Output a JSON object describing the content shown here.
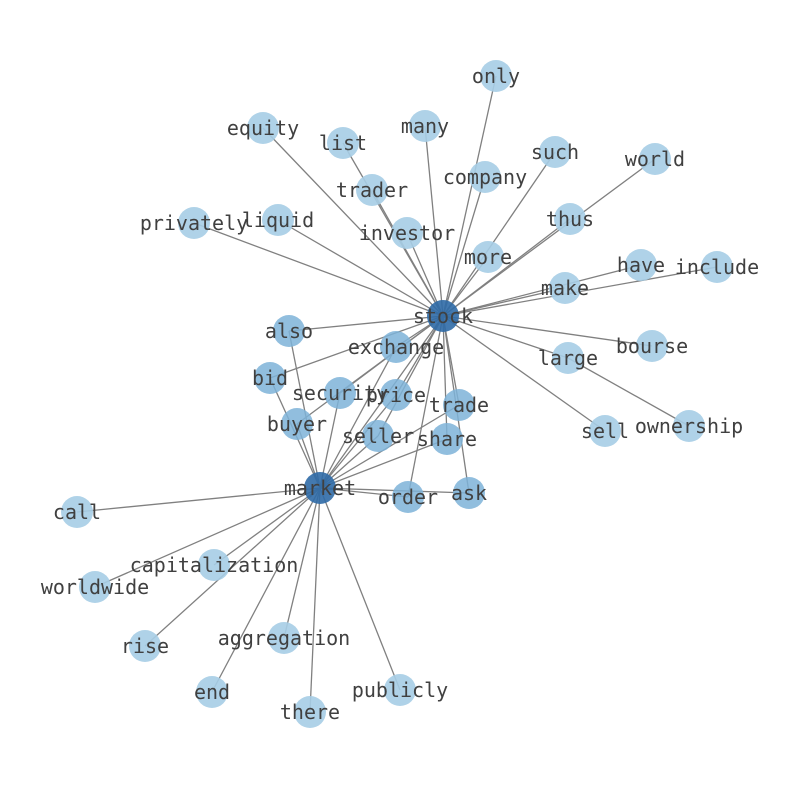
{
  "graph": {
    "colors": {
      "hub_fill": "#2f6aa6",
      "mid_fill": "#7eb3d8",
      "leaf_fill": "#a6cde6",
      "edge": "#808080",
      "label": "#404040"
    },
    "nodes": [
      {
        "id": "stock",
        "label": "stock",
        "tier": "hub"
      },
      {
        "id": "market",
        "label": "market",
        "tier": "hub"
      },
      {
        "id": "exchange",
        "label": "exchange",
        "tier": "mid"
      },
      {
        "id": "security",
        "label": "security",
        "tier": "mid"
      },
      {
        "id": "price",
        "label": "price",
        "tier": "mid"
      },
      {
        "id": "trade",
        "label": "trade",
        "tier": "mid"
      },
      {
        "id": "share",
        "label": "share",
        "tier": "mid"
      },
      {
        "id": "seller",
        "label": "seller",
        "tier": "mid"
      },
      {
        "id": "buyer",
        "label": "buyer",
        "tier": "mid"
      },
      {
        "id": "bid",
        "label": "bid",
        "tier": "mid"
      },
      {
        "id": "also",
        "label": "also",
        "tier": "mid"
      },
      {
        "id": "order",
        "label": "order",
        "tier": "mid"
      },
      {
        "id": "ask",
        "label": "ask",
        "tier": "mid"
      },
      {
        "id": "only",
        "label": "only",
        "tier": "leaf"
      },
      {
        "id": "equity",
        "label": "equity",
        "tier": "leaf"
      },
      {
        "id": "list",
        "label": "list",
        "tier": "leaf"
      },
      {
        "id": "many",
        "label": "many",
        "tier": "leaf"
      },
      {
        "id": "such",
        "label": "such",
        "tier": "leaf"
      },
      {
        "id": "world",
        "label": "world",
        "tier": "leaf"
      },
      {
        "id": "company",
        "label": "company",
        "tier": "leaf"
      },
      {
        "id": "trader",
        "label": "trader",
        "tier": "leaf"
      },
      {
        "id": "privately",
        "label": "privately",
        "tier": "leaf"
      },
      {
        "id": "liquid",
        "label": "liquid",
        "tier": "leaf"
      },
      {
        "id": "thus",
        "label": "thus",
        "tier": "leaf"
      },
      {
        "id": "investor",
        "label": "investor",
        "tier": "leaf"
      },
      {
        "id": "more",
        "label": "more",
        "tier": "leaf"
      },
      {
        "id": "have",
        "label": "have",
        "tier": "leaf"
      },
      {
        "id": "include",
        "label": "include",
        "tier": "leaf"
      },
      {
        "id": "make",
        "label": "make",
        "tier": "leaf"
      },
      {
        "id": "bourse",
        "label": "bourse",
        "tier": "leaf"
      },
      {
        "id": "large",
        "label": "large",
        "tier": "leaf"
      },
      {
        "id": "sell",
        "label": "sell",
        "tier": "leaf"
      },
      {
        "id": "ownership",
        "label": "ownership",
        "tier": "leaf"
      },
      {
        "id": "call",
        "label": "call",
        "tier": "leaf"
      },
      {
        "id": "capitalization",
        "label": "capitalization",
        "tier": "leaf"
      },
      {
        "id": "worldwide",
        "label": "worldwide",
        "tier": "leaf"
      },
      {
        "id": "rise",
        "label": "rise",
        "tier": "leaf"
      },
      {
        "id": "aggregation",
        "label": "aggregation",
        "tier": "leaf"
      },
      {
        "id": "end",
        "label": "end",
        "tier": "leaf"
      },
      {
        "id": "publicly",
        "label": "publicly",
        "tier": "leaf"
      },
      {
        "id": "there",
        "label": "there",
        "tier": "leaf"
      }
    ],
    "edges": [
      [
        "stock",
        "only"
      ],
      [
        "stock",
        "equity"
      ],
      [
        "stock",
        "list"
      ],
      [
        "stock",
        "many"
      ],
      [
        "stock",
        "such"
      ],
      [
        "stock",
        "world"
      ],
      [
        "stock",
        "company"
      ],
      [
        "stock",
        "trader"
      ],
      [
        "stock",
        "privately"
      ],
      [
        "stock",
        "liquid"
      ],
      [
        "stock",
        "thus"
      ],
      [
        "stock",
        "investor"
      ],
      [
        "stock",
        "more"
      ],
      [
        "stock",
        "have"
      ],
      [
        "stock",
        "include"
      ],
      [
        "stock",
        "make"
      ],
      [
        "stock",
        "bourse"
      ],
      [
        "stock",
        "large"
      ],
      [
        "stock",
        "sell"
      ],
      [
        "stock",
        "also"
      ],
      [
        "stock",
        "exchange"
      ],
      [
        "stock",
        "bid"
      ],
      [
        "stock",
        "security"
      ],
      [
        "stock",
        "price"
      ],
      [
        "stock",
        "trade"
      ],
      [
        "stock",
        "buyer"
      ],
      [
        "stock",
        "seller"
      ],
      [
        "stock",
        "share"
      ],
      [
        "stock",
        "order"
      ],
      [
        "stock",
        "ask"
      ],
      [
        "stock",
        "market"
      ],
      [
        "market",
        "exchange"
      ],
      [
        "market",
        "security"
      ],
      [
        "market",
        "price"
      ],
      [
        "market",
        "trade"
      ],
      [
        "market",
        "share"
      ],
      [
        "market",
        "seller"
      ],
      [
        "market",
        "buyer"
      ],
      [
        "market",
        "bid"
      ],
      [
        "market",
        "also"
      ],
      [
        "market",
        "order"
      ],
      [
        "market",
        "ask"
      ],
      [
        "market",
        "call"
      ],
      [
        "market",
        "capitalization"
      ],
      [
        "market",
        "worldwide"
      ],
      [
        "market",
        "rise"
      ],
      [
        "market",
        "aggregation"
      ],
      [
        "market",
        "end"
      ],
      [
        "market",
        "publicly"
      ],
      [
        "market",
        "there"
      ],
      [
        "large",
        "ownership"
      ]
    ]
  }
}
